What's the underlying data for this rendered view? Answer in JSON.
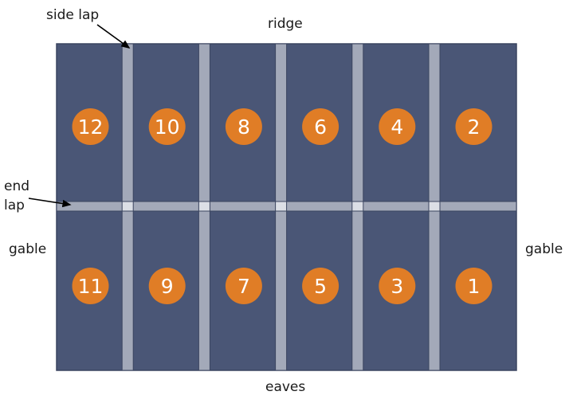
{
  "labels": {
    "ridge": "ridge",
    "eaves": "eaves",
    "gable_left": "gable",
    "gable_right": "gable",
    "side_lap": "side lap",
    "end_lap_line1": "end",
    "end_lap_line2": "lap"
  },
  "sheets": {
    "top_row": [
      "12",
      "10",
      "8",
      "6",
      "4",
      "2"
    ],
    "bottom_row": [
      "11",
      "9",
      "7",
      "5",
      "3",
      "1"
    ]
  },
  "colors": {
    "sheet": "#4a5676",
    "lap": "#a3a9b9",
    "badge": "#e07d26",
    "badge_text": "#ffffff",
    "arrow": "#000000"
  }
}
